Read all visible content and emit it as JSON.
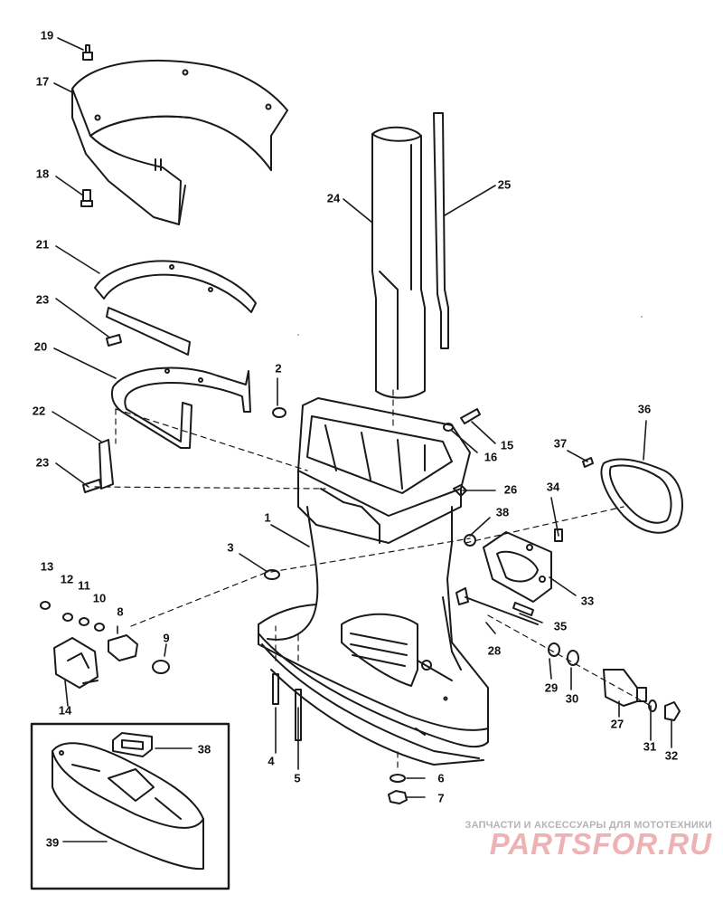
{
  "part_labels": {
    "p1": "1",
    "p2": "2",
    "p3": "3",
    "p4": "4",
    "p5": "5",
    "p6": "6",
    "p7": "7",
    "p8": "8",
    "p9": "9",
    "p10": "10",
    "p11": "11",
    "p12": "12",
    "p13": "13",
    "p14": "14",
    "p15": "15",
    "p16": "16",
    "p17": "17",
    "p18": "18",
    "p19": "19",
    "p20": "20",
    "p21": "21",
    "p22": "22",
    "p23a": "23",
    "p23b": "23",
    "p24": "24",
    "p25": "25",
    "p26": "26",
    "p27": "27",
    "p28": "28",
    "p29": "29",
    "p30": "30",
    "p31": "31",
    "p32": "32",
    "p33": "33",
    "p34": "34",
    "p35": "35",
    "p36": "36",
    "p37": "37",
    "p38a": "38",
    "p38b": "38",
    "p39": "39"
  },
  "watermark": {
    "tagline": "ЗАПЧАСТИ И АКСЕССУАРЫ ДЛЯ МОТОТЕХНИКИ",
    "brand": "PARTSFOR.RU"
  },
  "colors": {
    "line": "#1a1a1a",
    "watermark_red": "#efb2b4",
    "watermark_gray": "#b4b4b4"
  }
}
